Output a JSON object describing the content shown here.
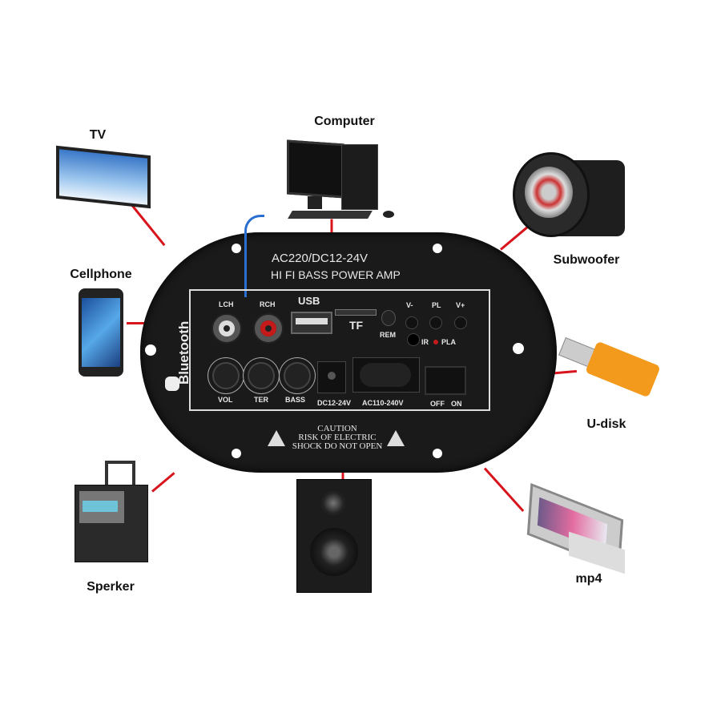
{
  "devices": {
    "tv": "TV",
    "computer": "Computer",
    "subwoofer": "Subwoofer",
    "cellphone": "Cellphone",
    "udisk": "U-disk",
    "sperker": "Sperker",
    "mp4": "mp4"
  },
  "panel": {
    "brand": "Bluetooth",
    "voltage": "AC220/DC12-24V",
    "title": "HI FI BASS POWER AMP",
    "lch": "LCH",
    "rch": "RCH",
    "usb": "USB",
    "tf": "TF",
    "rem": "REM",
    "vminus": "V-",
    "pl": "PL",
    "vplus": "V+",
    "ir": "IR",
    "pla": "PLA",
    "vol": "VOL",
    "ter": "TER",
    "bass": "BASS",
    "dc": "DC12-24V",
    "ac": "AC110-240V",
    "off": "OFF",
    "on": "ON",
    "caution": [
      "CAUTION",
      "RISK OF ELECTRIC",
      "SHOCK DO NOT OPEN"
    ]
  },
  "colors": {
    "accent_line": "#d8141c",
    "panel": "#1a1a1a"
  }
}
